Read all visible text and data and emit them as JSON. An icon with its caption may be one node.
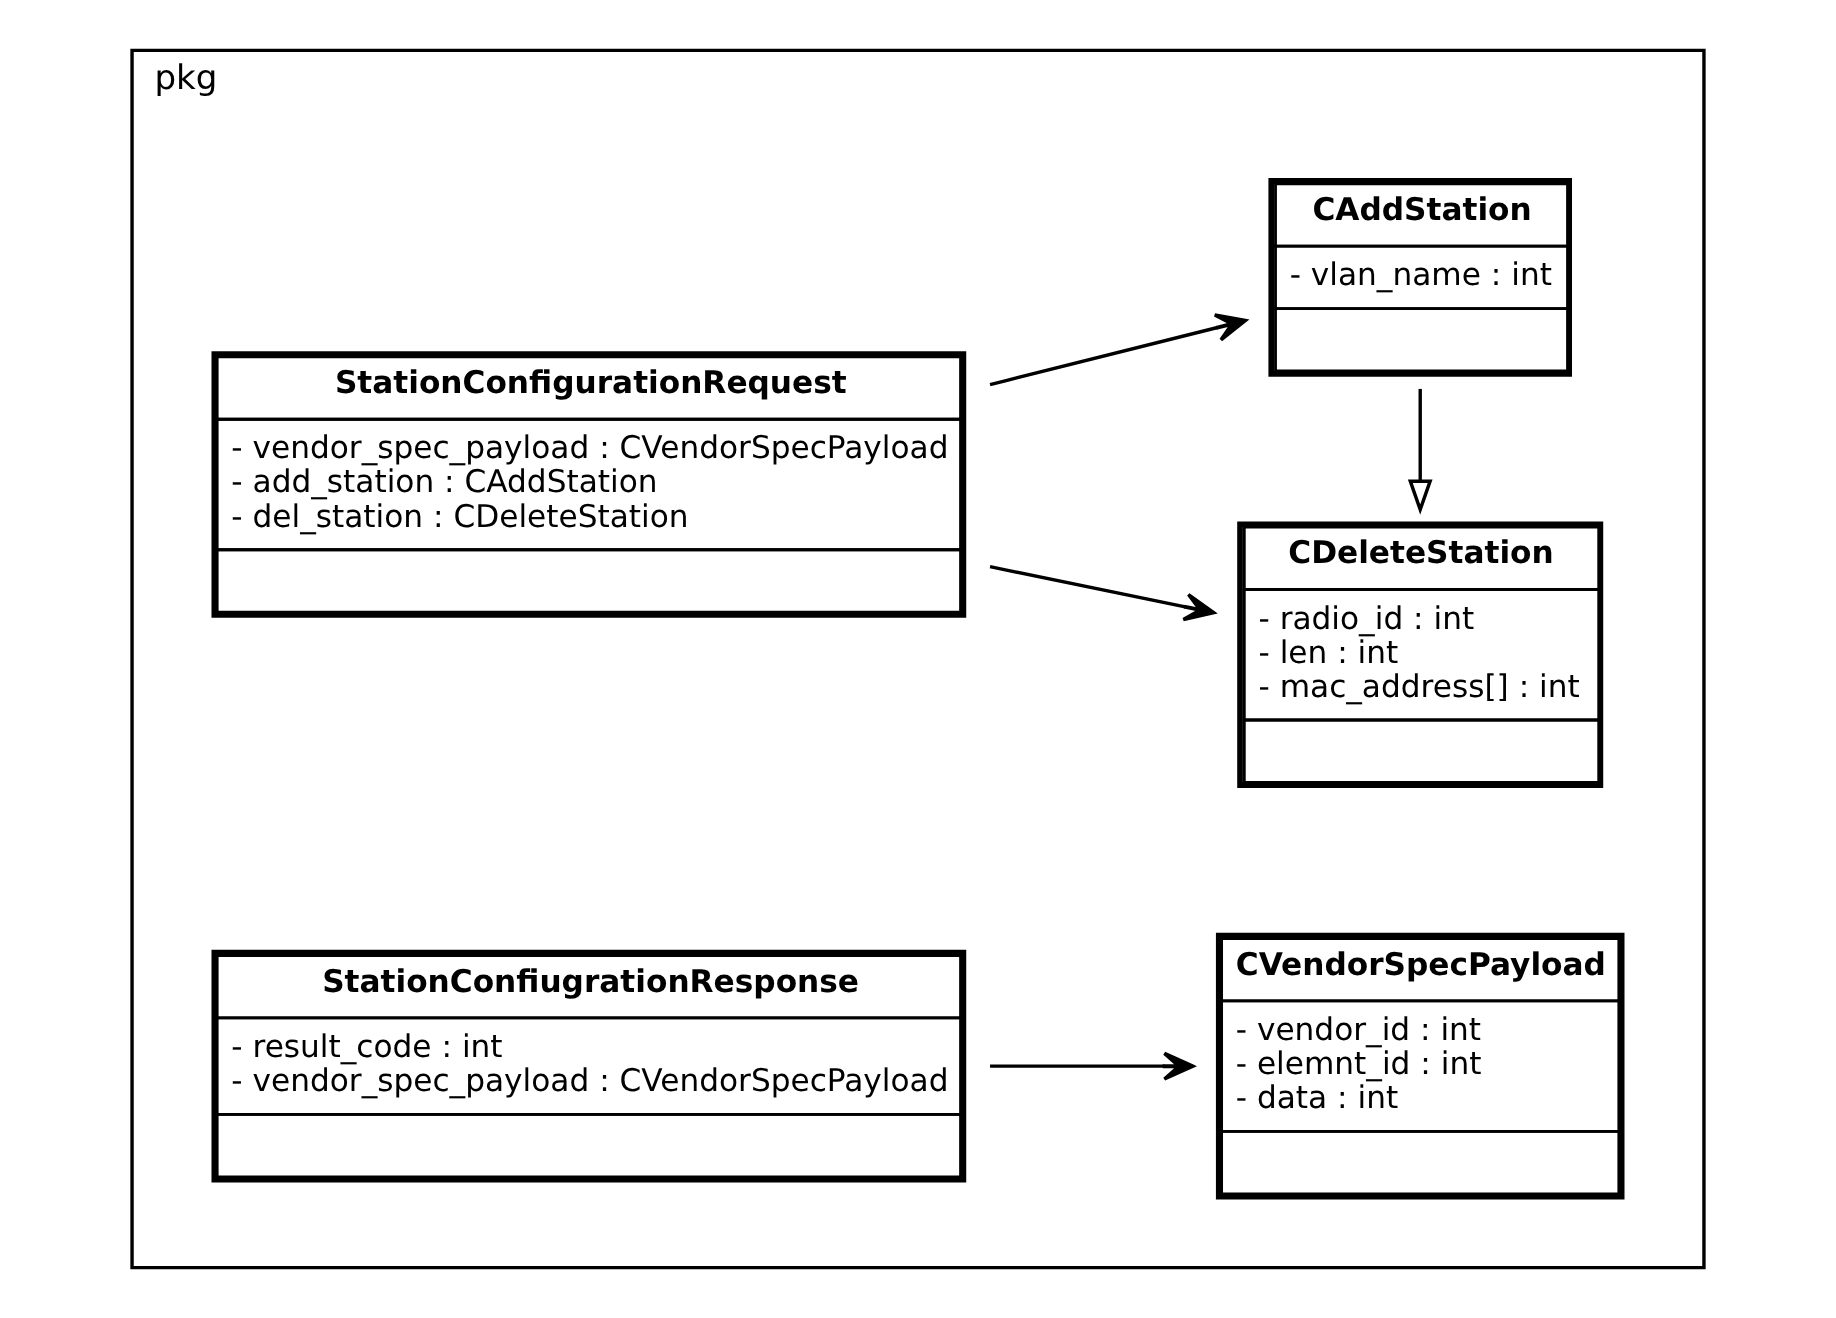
{
  "diagram": {
    "nodes": [
      {
        "text": [
          "pkg"
        ]
      },
      {
        "text": [
          "StationConfigurationRequest",
          "- vendor_spec_payload : CVendorSpecPayload",
          "- add_station : CAddStation",
          "- del_station : CDeleteStation"
        ],
        "in": 0
      },
      {
        "text": [
          "CDeleteStation",
          "- radio_id : int",
          "- len : int",
          "- mac_address[] : int"
        ],
        "in": 0
      },
      {
        "text": [
          "CAddStation",
          "- vlan_name : int"
        ],
        "in": 0
      },
      {
        "text": [
          "StationConfiugrationResponse",
          "- result_code : int",
          "- vendor_spec_payload : CVendorSpecPayload"
        ],
        "in": 0
      },
      {
        "text": [
          "CVendorSpecPayload",
          "- vendor_id : int",
          "- elemnt_id : int",
          "- data : int"
        ],
        "in": 0
      }
    ],
    "edges": [
      {
        "from": 1,
        "to": 2,
        "arrow": "to"
      },
      {
        "from": 1,
        "to": 3,
        "arrow": "to"
      },
      {
        "from": 3,
        "to": 2,
        "arrow": "to"
      },
      {
        "from": 4,
        "to": 5,
        "arrow": "to"
      }
    ]
  }
}
